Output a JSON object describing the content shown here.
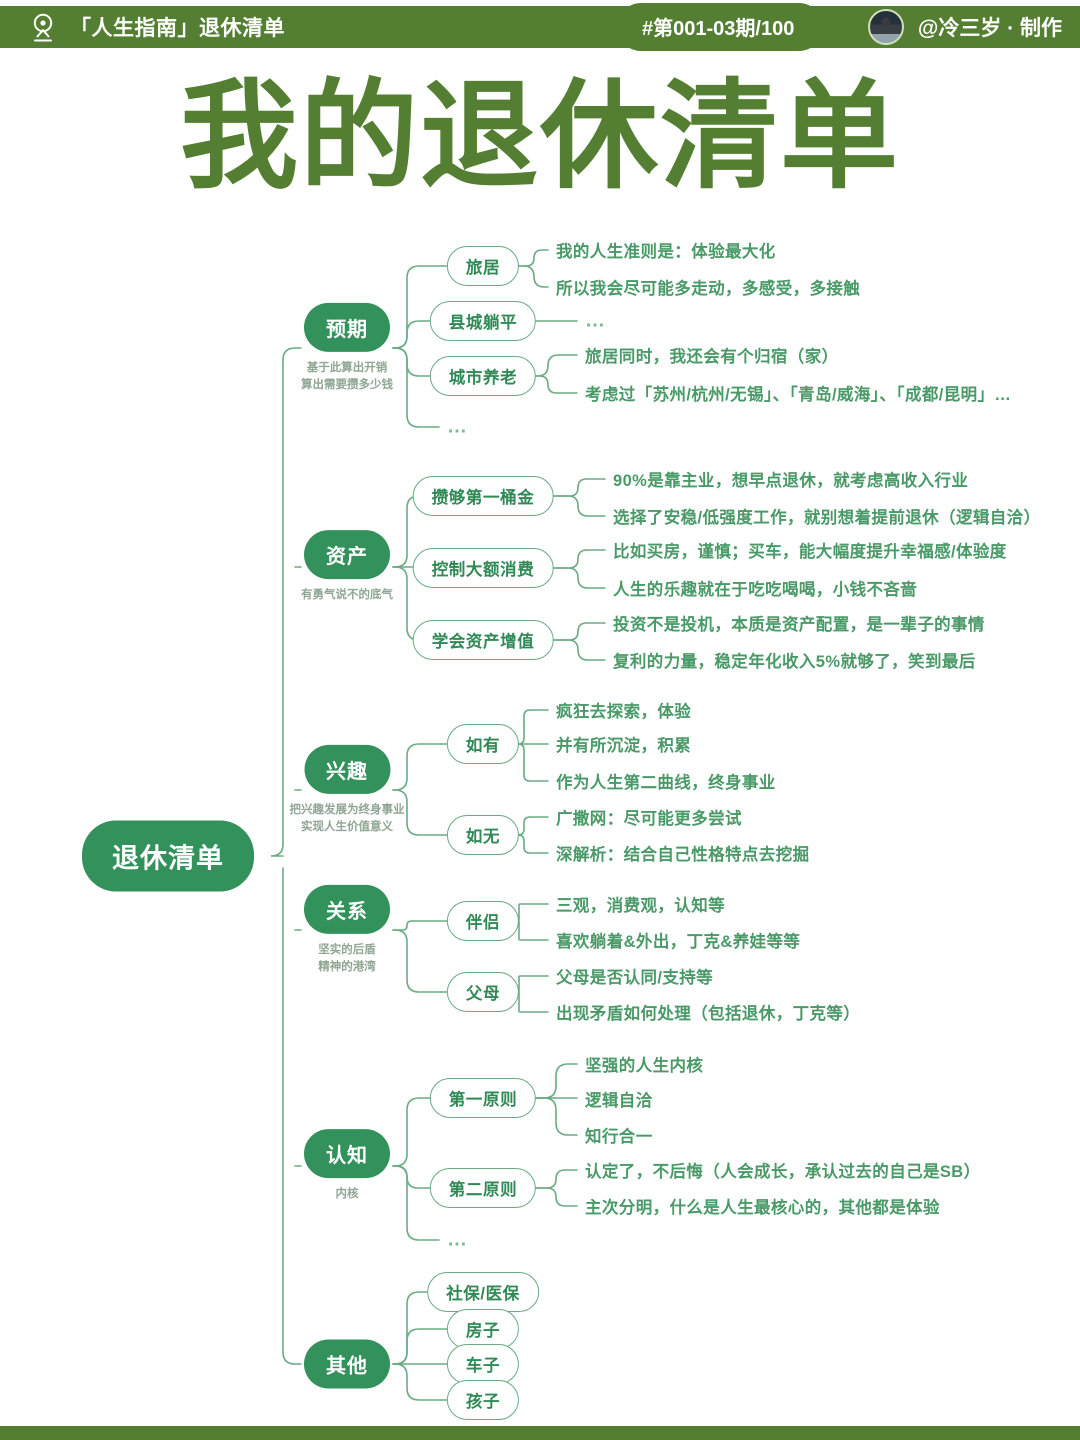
{
  "header": {
    "pin_icon": "location-pin-icon",
    "title": "「人生指南」退休清单",
    "issue_label": "#第001-03期/100",
    "avatar_icon": "user-avatar",
    "author": "@冷三岁 · 制作"
  },
  "page_title": "我的退休清单",
  "colors": {
    "brand_olive": "#547f33",
    "node_green": "#33915b",
    "line_green": "#6aab84",
    "leaf_text": "#4a9a68",
    "caption_gray": "#8fa694",
    "white": "#ffffff"
  },
  "mindmap": {
    "root": "退休清单",
    "branches": [
      {
        "label": "预期",
        "caption": "基于此算出开销\n算出需要攒多少钱",
        "children": [
          {
            "label": "旅居",
            "leaves": [
              "我的人生准则是：体验最大化",
              "所以我会尽可能多走动，多感受，多接触"
            ]
          },
          {
            "label": "县城躺平",
            "leaves": [
              "…"
            ]
          },
          {
            "label": "城市养老",
            "leaves": [
              "旅居同时，我还会有个归宿（家）",
              "考虑过「苏州/杭州/无锡」、「青岛/威海」、「成都/昆明」…"
            ]
          },
          {
            "label": "…",
            "leaves": []
          }
        ]
      },
      {
        "label": "资产",
        "caption": "有勇气说不的底气",
        "children": [
          {
            "label": "攒够第一桶金",
            "leaves": [
              "90%是靠主业，想早点退休，就考虑高收入行业",
              "选择了安稳/低强度工作，就别想着提前退休（逻辑自洽）"
            ]
          },
          {
            "label": "控制大额消费",
            "leaves": [
              "比如买房，谨慎；买车，能大幅度提升幸福感/体验度",
              "人生的乐趣就在于吃吃喝喝，小钱不吝啬"
            ]
          },
          {
            "label": "学会资产增值",
            "leaves": [
              "投资不是投机，本质是资产配置，是一辈子的事情",
              "复利的力量，稳定年化收入5%就够了，笑到最后"
            ]
          }
        ]
      },
      {
        "label": "兴趣",
        "caption": "把兴趣发展为终身事业\n实现人生价值意义",
        "children": [
          {
            "label": "如有",
            "leaves": [
              "疯狂去探索，体验",
              "并有所沉淀，积累",
              "作为人生第二曲线，终身事业"
            ]
          },
          {
            "label": "如无",
            "leaves": [
              "广撒网：尽可能更多尝试",
              "深解析：结合自己性格特点去挖掘"
            ]
          }
        ]
      },
      {
        "label": "关系",
        "caption": "坚实的后盾\n精神的港湾",
        "children": [
          {
            "label": "伴侣",
            "leaves": [
              "三观，消费观，认知等",
              "喜欢躺着&外出，丁克&养娃等等"
            ]
          },
          {
            "label": "父母",
            "leaves": [
              "父母是否认同/支持等",
              "出现矛盾如何处理（包括退休，丁克等）"
            ]
          }
        ]
      },
      {
        "label": "认知",
        "caption": "内核",
        "children": [
          {
            "label": "第一原则",
            "leaves": [
              "坚强的人生内核",
              "逻辑自洽",
              "知行合一"
            ]
          },
          {
            "label": "第二原则",
            "leaves": [
              "认定了，不后悔（人会成长，承认过去的自己是SB）",
              "主次分明，什么是人生最核心的，其他都是体验"
            ]
          },
          {
            "label": "…",
            "leaves": []
          }
        ]
      },
      {
        "label": "其他",
        "caption": "",
        "children": [
          {
            "label": "社保/医保",
            "leaves": []
          },
          {
            "label": "房子",
            "leaves": []
          },
          {
            "label": "车子",
            "leaves": []
          },
          {
            "label": "孩子",
            "leaves": []
          }
        ]
      }
    ]
  }
}
